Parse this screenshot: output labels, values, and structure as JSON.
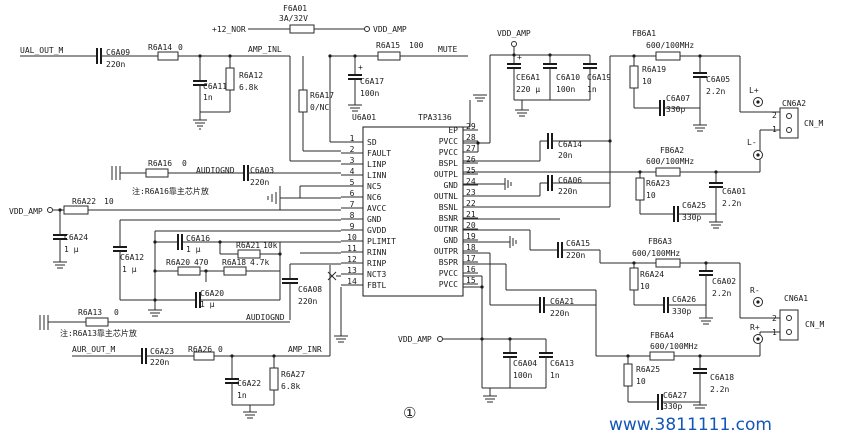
{
  "title_fuse": "F6A01",
  "fuse_value": "3A/32V",
  "net_12v": "+12_NOR",
  "net_vdd_amp": "VDD_AMP",
  "net_ual_out": "UAL_OUT_M",
  "net_aur_out": "AUR_OUT_M",
  "net_amp_inl": "AMP_INL",
  "net_amp_inr": "AMP_INR",
  "net_mute": "MUTE",
  "net_audiognd": "AUDIOGND",
  "chip_ref": "U6A01",
  "chip_part": "TPA3136",
  "left_pins": [
    {
      "num": "1",
      "name": "SD"
    },
    {
      "num": "2",
      "name": "FAULT"
    },
    {
      "num": "3",
      "name": "LINP"
    },
    {
      "num": "4",
      "name": "LINN"
    },
    {
      "num": "5",
      "name": "NC5"
    },
    {
      "num": "6",
      "name": "NC6"
    },
    {
      "num": "7",
      "name": "AVCC"
    },
    {
      "num": "8",
      "name": "GND"
    },
    {
      "num": "9",
      "name": "GVDD"
    },
    {
      "num": "10",
      "name": "PLIMIT"
    },
    {
      "num": "11",
      "name": "RINN"
    },
    {
      "num": "12",
      "name": "RINP"
    },
    {
      "num": "13",
      "name": "NCT3"
    },
    {
      "num": "14",
      "name": "FBTL"
    }
  ],
  "right_pins": [
    {
      "num": "29",
      "name": "EP"
    },
    {
      "num": "28",
      "name": "PVCC"
    },
    {
      "num": "27",
      "name": "PVCC"
    },
    {
      "num": "26",
      "name": "BSPL"
    },
    {
      "num": "25",
      "name": "OUTPL"
    },
    {
      "num": "24",
      "name": "GND"
    },
    {
      "num": "23",
      "name": "OUTNL"
    },
    {
      "num": "22",
      "name": "BSNL"
    },
    {
      "num": "21",
      "name": "BSNR"
    },
    {
      "num": "20",
      "name": "OUTNR"
    },
    {
      "num": "19",
      "name": "GND"
    },
    {
      "num": "18",
      "name": "OUTPR"
    },
    {
      "num": "17",
      "name": "BSPR"
    },
    {
      "num": "16",
      "name": "PVCC"
    },
    {
      "num": "15",
      "name": "PVCC"
    }
  ],
  "parts": {
    "c6a09": {
      "ref": "C6A09",
      "val": "220n"
    },
    "r6a14": {
      "ref": "R6A14",
      "val": "0"
    },
    "c6a11": {
      "ref": "C6A11",
      "val": "1n"
    },
    "r6a12": {
      "ref": "R6A12",
      "val": "6.8k"
    },
    "r6a17": {
      "ref": "R6A17",
      "val": "0/NC"
    },
    "c6a17": {
      "ref": "C6A17",
      "val": "100n"
    },
    "r6a15": {
      "ref": "R6A15",
      "val": "100"
    },
    "r6a16": {
      "ref": "R6A16",
      "val": "0"
    },
    "c6a03": {
      "ref": "C6A03",
      "val": "220n"
    },
    "r6a22": {
      "ref": "R6A22",
      "val": "10"
    },
    "c6a24": {
      "ref": "C6A24",
      "val": "1 μ"
    },
    "c6a12": {
      "ref": "C6A12",
      "val": "1 μ"
    },
    "c6a16": {
      "ref": "C6A16",
      "val": "1 μ"
    },
    "r6a21": {
      "ref": "R6A21",
      "val": "10k"
    },
    "r6a20": {
      "ref": "R6A20",
      "val": "470"
    },
    "r6a18": {
      "ref": "R6A18",
      "val": "4.7k"
    },
    "c6a20": {
      "ref": "C6A20",
      "val": "1 μ"
    },
    "c6a08": {
      "ref": "C6A08",
      "val": "220n"
    },
    "r6a13": {
      "ref": "R6A13",
      "val": "0"
    },
    "c6a23": {
      "ref": "C6A23",
      "val": "220n"
    },
    "r6a26": {
      "ref": "R6A26",
      "val": "0"
    },
    "c6a22": {
      "ref": "C6A22",
      "val": "1n"
    },
    "r6a27": {
      "ref": "R6A27",
      "val": "6.8k"
    },
    "ce6a1": {
      "ref": "CE6A1",
      "val": "220 μ"
    },
    "c6a10": {
      "ref": "C6A10",
      "val": "100n"
    },
    "c6a19": {
      "ref": "C6A19",
      "val": "1n"
    },
    "c6a14": {
      "ref": "C6A14",
      "val": "20n"
    },
    "c6a06": {
      "ref": "C6A06",
      "val": "220n"
    },
    "c6a15": {
      "ref": "C6A15",
      "val": "220n"
    },
    "c6a21": {
      "ref": "C6A21",
      "val": "220n"
    },
    "c6a04": {
      "ref": "C6A04",
      "val": "100n"
    },
    "c6a13": {
      "ref": "C6A13",
      "val": "1n"
    },
    "fb6a1": {
      "ref": "FB6A1",
      "val": "600/100MHz"
    },
    "fb6a2": {
      "ref": "FB6A2",
      "val": "600/100MHz"
    },
    "fb6a3": {
      "ref": "FB6A3",
      "val": "600/100MHz"
    },
    "fb6a4": {
      "ref": "FB6A4",
      "val": "600/100MHz"
    },
    "r6a19": {
      "ref": "R6A19",
      "val": "10"
    },
    "c6a07": {
      "ref": "C6A07",
      "val": "330p"
    },
    "c6a05": {
      "ref": "C6A05",
      "val": "2.2n"
    },
    "r6a23": {
      "ref": "R6A23",
      "val": "10"
    },
    "c6a25": {
      "ref": "C6A25",
      "val": "330p"
    },
    "c6a01": {
      "ref": "C6A01",
      "val": "2.2n"
    },
    "r6a24": {
      "ref": "R6A24",
      "val": "10"
    },
    "c6a26": {
      "ref": "C6A26",
      "val": "330p"
    },
    "c6a02": {
      "ref": "C6A02",
      "val": "2.2n"
    },
    "r6a25": {
      "ref": "R6A25",
      "val": "10"
    },
    "c6a27": {
      "ref": "C6A27",
      "val": "330p"
    },
    "c6a18": {
      "ref": "C6A18",
      "val": "2.2n"
    }
  },
  "note_r6a16": "注:R6A16靠主芯片放",
  "note_r6a13": "注:R6A13靠主芯片放",
  "conn1": {
    "ref": "CN6A2",
    "name": "CN_M",
    "pin_a": "2",
    "pin_b": "1",
    "plus": "L+",
    "minus": "L-"
  },
  "conn2": {
    "ref": "CN6A1",
    "name": "CN_M",
    "pin_a": "2",
    "pin_b": "1",
    "plus": "R+",
    "minus": "R-"
  },
  "page_mark": "①",
  "watermark": "www.3811111.com"
}
